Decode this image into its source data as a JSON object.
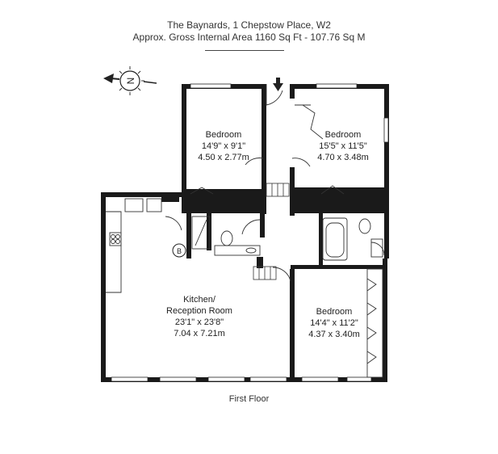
{
  "header": {
    "address": "The Baynards, 1 Chepstow Place, W2",
    "area": "Approx. Gross Internal Area  1160 Sq Ft  -  107.76 Sq M"
  },
  "compass": {
    "letter": "N"
  },
  "rooms": {
    "bedroom1": {
      "name": "Bedroom",
      "imperial": "14'9\" x 9'1\"",
      "metric": "4.50 x 2.77m"
    },
    "bedroom2": {
      "name": "Bedroom",
      "imperial": "15'5\" x 11'5\"",
      "metric": "4.70 x 3.48m"
    },
    "kitchen": {
      "name1": "Kitchen/",
      "name2": "Reception Room",
      "imperial": "23'1\" x 23'8\"",
      "metric": "7.04 x 7.21m"
    },
    "bedroom3": {
      "name": "Bedroom",
      "imperial": "14'4\" x 11'2\"",
      "metric": "4.37 x 3.40m"
    }
  },
  "boiler": {
    "label": "B"
  },
  "floor": {
    "label": "First Floor"
  }
}
